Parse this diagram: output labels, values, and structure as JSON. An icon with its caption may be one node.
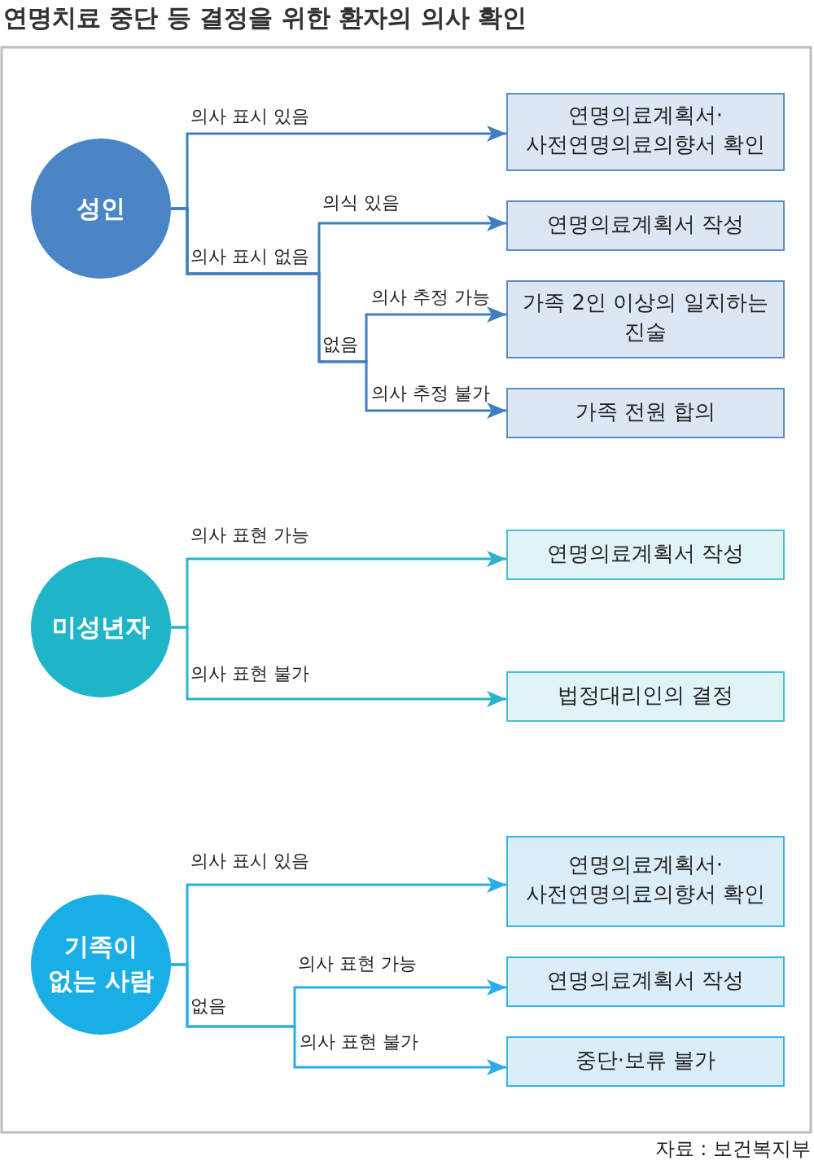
{
  "diagram": {
    "title": "연명치료 중단 등 결정을 위한 환자의 의사 확인",
    "caption": "자료 : 보건복지부",
    "nodes": [
      {
        "text": [
          "성인"
        ]
      },
      {
        "text": [
          "연명의료계획서· 사전연명의료의향서 확인"
        ]
      },
      {
        "text": [
          "연명의료계획서 작성"
        ]
      },
      {
        "text": [
          "가족 2인 이상의 일치하는 진술"
        ]
      },
      {
        "text": [
          "가족 전원 합의"
        ]
      },
      {
        "text": [
          "미성년자"
        ]
      },
      {
        "text": [
          "연명의료계획서 작성"
        ]
      },
      {
        "text": [
          "법정대리인의 결정"
        ]
      },
      {
        "text": [
          "기족이 없는 사람"
        ]
      },
      {
        "text": [
          "연명의료계획서· 사전연명의료의향서 확인"
        ]
      },
      {
        "text": [
          "연명의료계획서 작성"
        ]
      },
      {
        "text": [
          "중단·보류 불가"
        ]
      }
    ],
    "edges": [
      {
        "from": 0,
        "to": 1,
        "arrow": "to",
        "label": "의사 표시 있음"
      },
      {
        "from": 0,
        "to": 2,
        "arrow": "to",
        "label": "의식 있음"
      },
      {
        "from": 0,
        "to": 3,
        "arrow": "to",
        "label": "의사 추정 가능"
      },
      {
        "from": 0,
        "to": 4,
        "arrow": "to",
        "label": "의사 추정 불가"
      },
      {
        "from": 5,
        "to": 6,
        "arrow": "to",
        "label": "의사 표현 가능",
        "color": "#2bb3c6"
      },
      {
        "from": 5,
        "to": 7,
        "arrow": "to",
        "label": "의사 표현 불가",
        "color": "#2bb3c6"
      },
      {
        "from": 8,
        "to": 9,
        "arrow": "to",
        "label": "의사 표시 있음",
        "color": "#2aaee8"
      },
      {
        "from": 8,
        "to": 10,
        "arrow": "to",
        "label": "의사 표현 가능",
        "color": "#2aaee8"
      },
      {
        "from": 8,
        "to": 11,
        "arrow": "to",
        "label": "의사 표현 불가",
        "color": "#2aaee8"
      }
    ],
    "labels": [
      "의사 표시 없음",
      "없음",
      "없음"
    ]
  }
}
